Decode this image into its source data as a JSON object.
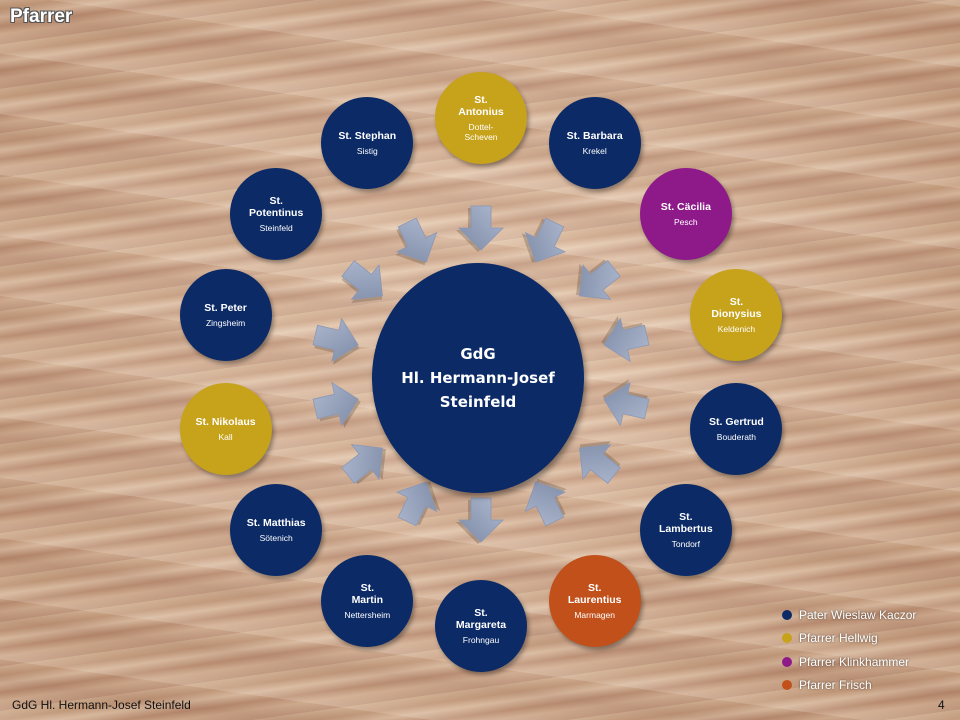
{
  "slide_title": "Pfarrer",
  "footer_text": "GdG Hl. Hermann-Josef Steinfeld",
  "page_number": "4",
  "center": {
    "lines": [
      "GdG",
      "Hl. Hermann-Josef",
      "Steinfeld"
    ],
    "color": "#0b2a66"
  },
  "parishes": [
    {
      "name": "St.\nAntonius",
      "place": "Dottel-\nScheven",
      "color": "#c7a21b"
    },
    {
      "name": "St. Barbara",
      "place": "Krekel",
      "color": "#0b2a66"
    },
    {
      "name": "St. Cäcilia",
      "place": "Pesch",
      "color": "#8e1a8a"
    },
    {
      "name": "St.\nDionysius",
      "place": "Keldenich",
      "color": "#c7a21b"
    },
    {
      "name": "St. Gertrud",
      "place": "Bouderath",
      "color": "#0b2a66"
    },
    {
      "name": "St.\nLambertus",
      "place": "Tondorf",
      "color": "#0b2a66"
    },
    {
      "name": "St.\nLaurentius",
      "place": "Marmagen",
      "color": "#c2501b"
    },
    {
      "name": "St.\nMargareta",
      "place": "Frohngau",
      "color": "#0b2a66"
    },
    {
      "name": "St.\nMartin",
      "place": "Nettersheim",
      "color": "#0b2a66"
    },
    {
      "name": "St. Matthias",
      "place": "Sötenich",
      "color": "#0b2a66"
    },
    {
      "name": "St. Nikolaus",
      "place": "Kall",
      "color": "#c7a21b"
    },
    {
      "name": "St. Peter",
      "place": "Zingsheim",
      "color": "#0b2a66"
    },
    {
      "name": "St.\nPotentinus",
      "place": "Steinfeld",
      "color": "#0b2a66"
    },
    {
      "name": "St. Stephan",
      "place": "Sistig",
      "color": "#0b2a66"
    }
  ],
  "legend": [
    {
      "label": "Pater Wieslaw Kaczor",
      "color": "#0b2a66"
    },
    {
      "label": "Pfarrer Hellwig",
      "color": "#c7a21b"
    },
    {
      "label": "Pfarrer Klinkhammer",
      "color": "#8e1a8a"
    },
    {
      "label": "Pfarrer Frisch",
      "color": "#c2501b"
    }
  ]
}
